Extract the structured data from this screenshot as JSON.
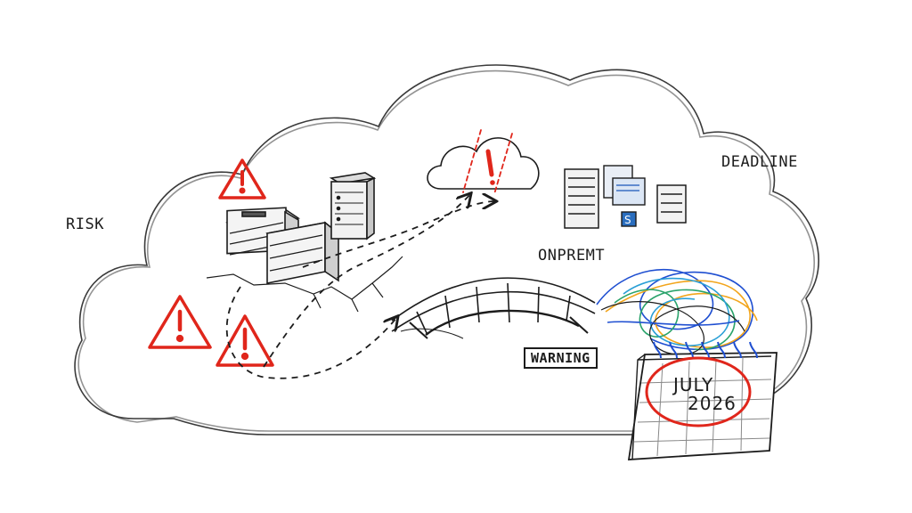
{
  "labels": {
    "risk": "RISK",
    "deadline": "DEADLINE",
    "onprem": "ONPREMT",
    "warning": "WARNING",
    "cal_month": "JULY",
    "cal_year": "2026"
  },
  "colors": {
    "ink": "#1c1c1c",
    "alert_red": "#e0261b",
    "tangle": [
      "#1f4fd1",
      "#f2a51c",
      "#2aa36b",
      "#2a9fd6",
      "#1c1c1c"
    ]
  },
  "icons": [
    "warning-triangle-icon",
    "server-rack-icon",
    "cloud-icon",
    "bridge-icon",
    "calendar-icon",
    "monitor-icon"
  ]
}
